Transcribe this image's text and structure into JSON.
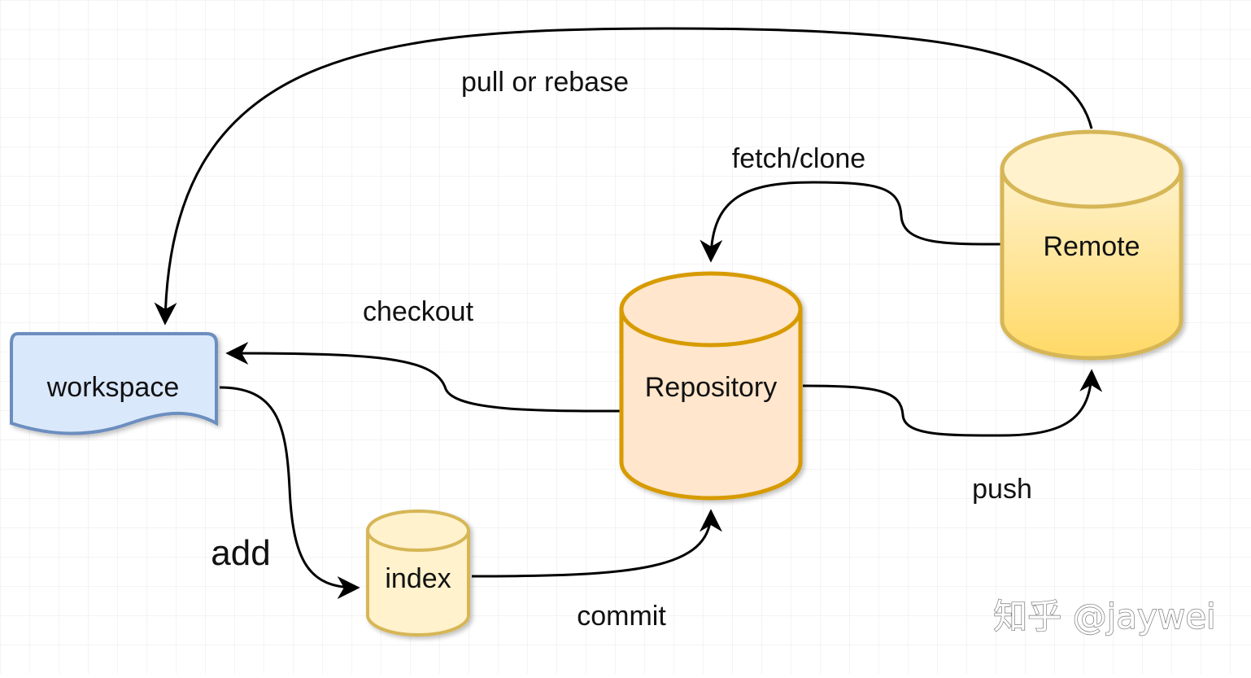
{
  "nodes": {
    "workspace": {
      "label": "workspace",
      "shape": "document",
      "fill": "#dae8fc",
      "stroke": "#6c8ebf"
    },
    "index": {
      "label": "index",
      "shape": "cylinder",
      "fill": "#fff2cc",
      "stroke": "#d6b656"
    },
    "repository": {
      "label": "Repository",
      "shape": "cylinder",
      "fill": "#ffe6cc",
      "stroke": "#d79b00"
    },
    "remote": {
      "label": "Remote",
      "shape": "cylinder",
      "fill_top": "#fff2cc",
      "fill_bottom": "#ffd966",
      "stroke": "#d6b656"
    }
  },
  "edges": [
    {
      "from": "Remote",
      "to": "workspace",
      "label": "pull or rebase"
    },
    {
      "from": "Remote",
      "to": "Repository",
      "label": "fetch/clone"
    },
    {
      "from": "Repository",
      "to": "workspace",
      "label": "checkout"
    },
    {
      "from": "Repository",
      "to": "Remote",
      "label": "push"
    },
    {
      "from": "workspace",
      "to": "index",
      "label": "add"
    },
    {
      "from": "index",
      "to": "Repository",
      "label": "commit"
    }
  ],
  "watermark": "知乎 @jaywei",
  "colors": {
    "grid": "#e8e8e8",
    "edge": "#000000"
  }
}
